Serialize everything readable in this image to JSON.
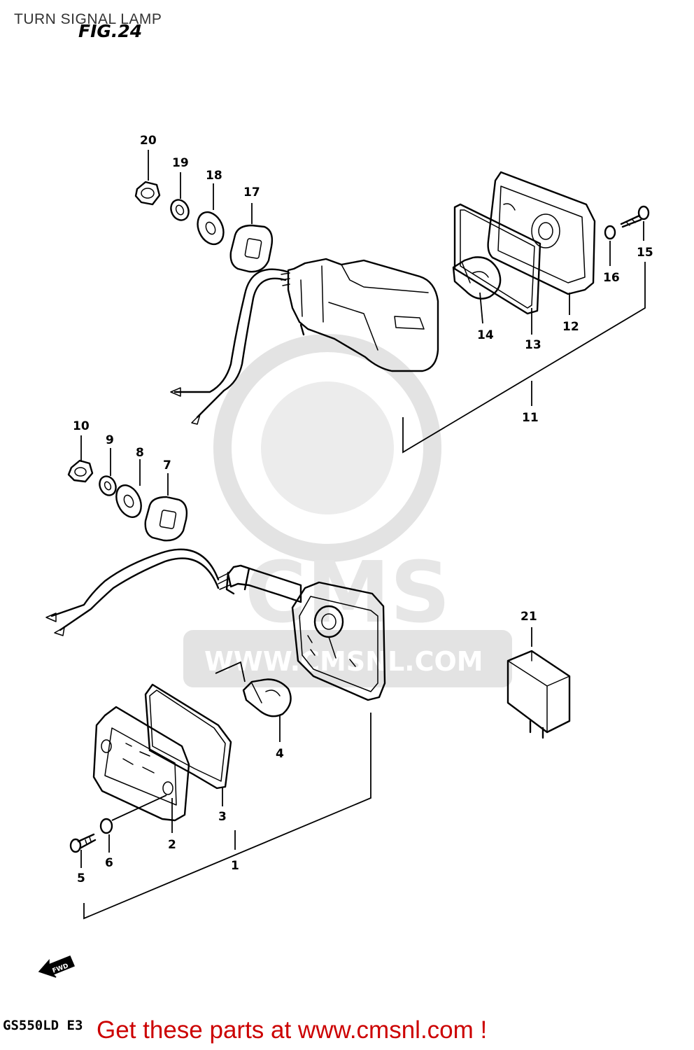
{
  "page": {
    "title": "TURN SIGNAL LAMP",
    "figure_label": "FIG.24",
    "model_code": "GS550LD E3",
    "call_to_action": "Get these parts at www.cmsnl.com !",
    "watermark_text": "WWW.CMSNL.COM",
    "watermark_logo": "CMS",
    "fwd_arrow_text": "FWD"
  },
  "colors": {
    "ink": "#000000",
    "cta": "#cc0000",
    "watermark": "#e0e0e0",
    "title": "#333333"
  },
  "callouts": [
    "1",
    "2",
    "3",
    "4",
    "5",
    "6",
    "7",
    "8",
    "9",
    "10",
    "11",
    "12",
    "13",
    "14",
    "15",
    "16",
    "17",
    "18",
    "19",
    "20",
    "21"
  ]
}
